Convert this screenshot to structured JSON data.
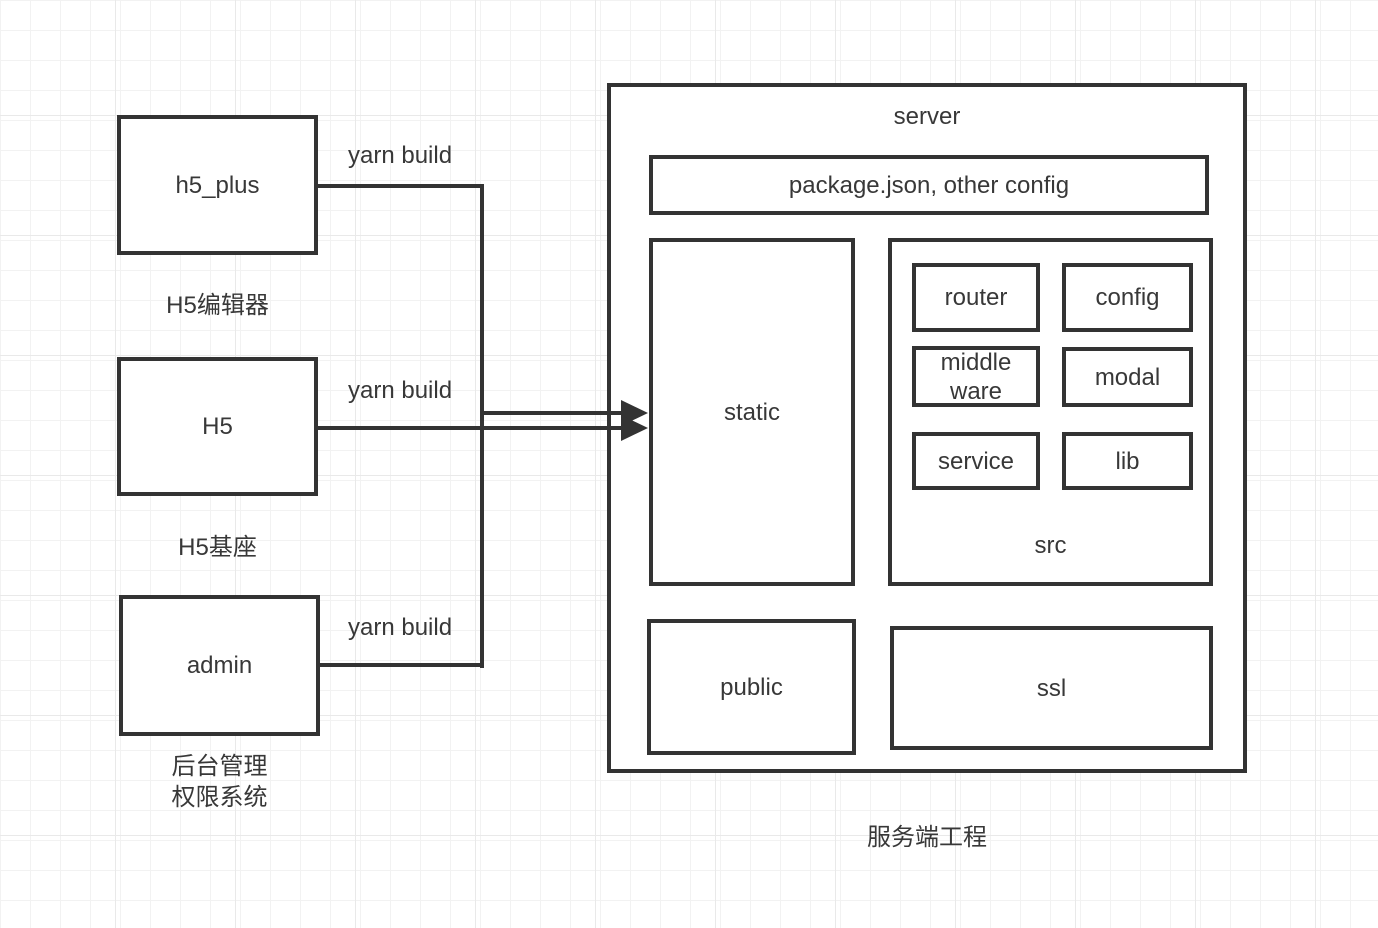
{
  "canvas": {
    "background": "#ffffff",
    "grid_minor_color": "#f2f2f2",
    "grid_major_color": "#e9e9e9",
    "line_color": "#333333",
    "text_color": "#383838"
  },
  "nodes": {
    "h5_plus": {
      "label": "h5_plus",
      "caption": "H5编辑器",
      "edge_label": "yarn build"
    },
    "h5": {
      "label": "H5",
      "caption": "H5基座",
      "edge_label": "yarn build"
    },
    "admin": {
      "label": "admin",
      "caption_line1": "后台管理",
      "caption_line2": "权限系统",
      "edge_label": "yarn build"
    }
  },
  "server": {
    "title": "server",
    "caption": "服务端工程",
    "config_file_box": "package.json, other config",
    "static_box": "static",
    "public_box": "public",
    "ssl_box": "ssl",
    "src": {
      "label": "src",
      "items": [
        "router",
        "config",
        "middle ware",
        "modal",
        "service",
        "lib"
      ]
    }
  }
}
